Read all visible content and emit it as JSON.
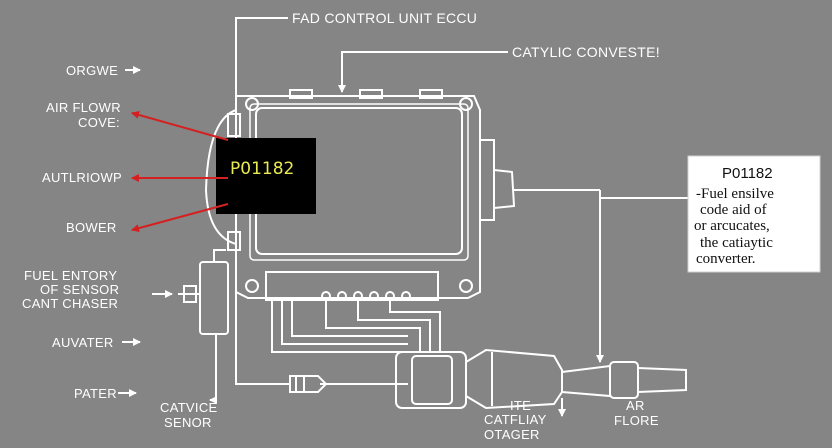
{
  "labels": {
    "title_top": "FAD CONTROL UNIT ECCU",
    "top_right": "CATYLIC CONVESTE!",
    "orgwe": "ORGWE",
    "air_flow_line1": "AIR FLOWR",
    "air_flow_line2": "COVE:",
    "autlriowp": "AUTLRIOWP",
    "bower": "BOWER",
    "fuel_line1": "FUEL ENTORY",
    "fuel_line2": "OF SENSOR",
    "fuel_line3": "CANT CHASER",
    "auvater": "AUVATER",
    "pater": "PATER",
    "catvice_line1": "CATVICE",
    "catvice_line2": "SENOR",
    "ite_line1": "ITE",
    "ite_line2": "CATFLIAY",
    "ite_line3": "OTAGER",
    "air_flore_line1": "AR",
    "air_flore_line2": "FLORE"
  },
  "code_box": {
    "code": "P01182"
  },
  "info_box": {
    "title": "P01182",
    "lines": [
      "-Fuel ensilve",
      "code aid of",
      "or arcucates,",
      "the catiaytic",
      "converter."
    ]
  },
  "colors": {
    "background": "#858585",
    "line": "#ffffff",
    "arrow": "#d42020",
    "code_box_fill": "#000000",
    "code_text": "#e9ea52"
  }
}
